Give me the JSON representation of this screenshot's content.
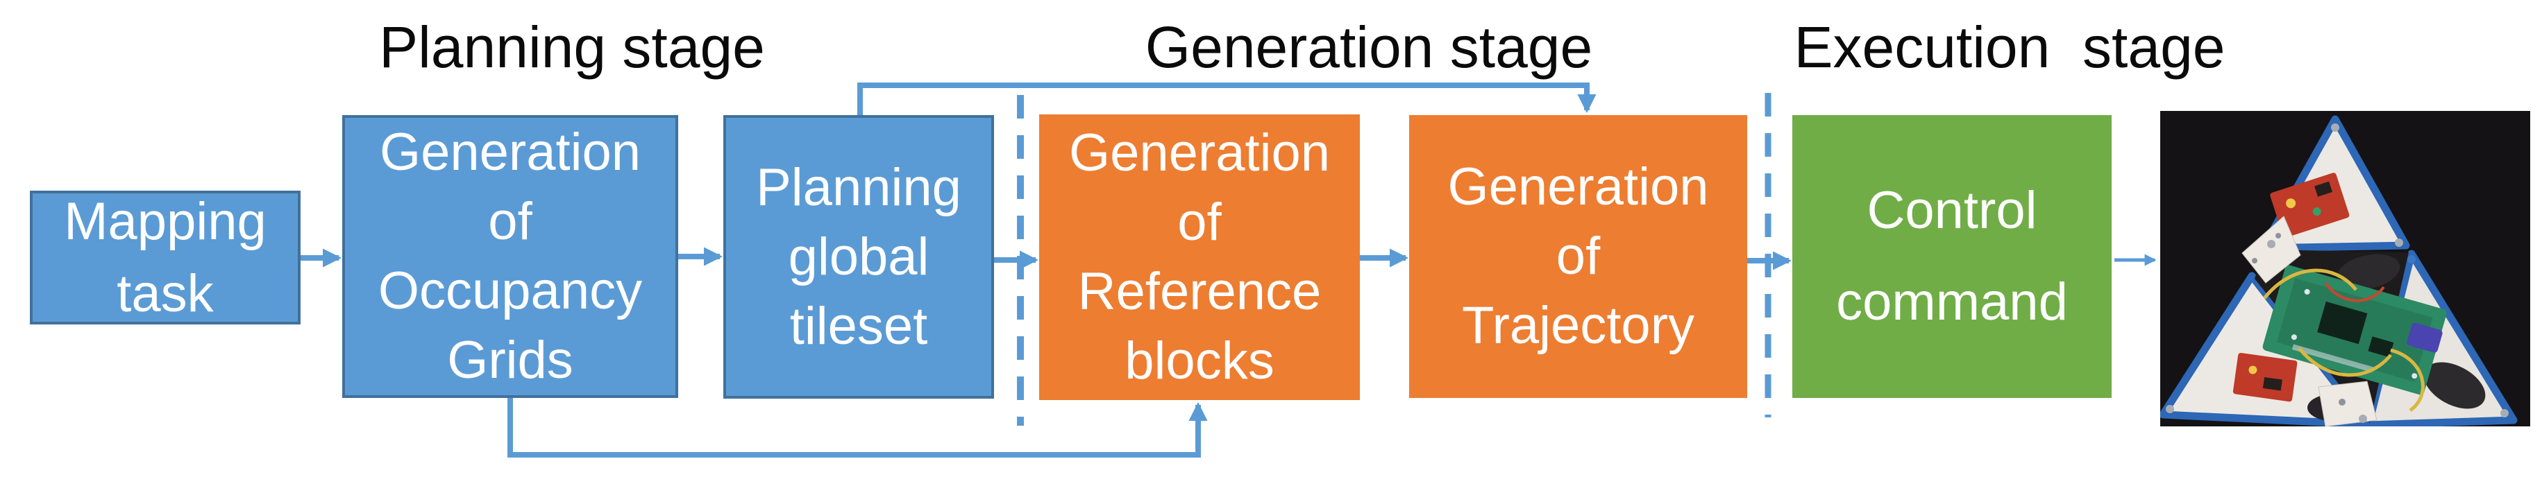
{
  "stages": {
    "planning": {
      "label": "Planning stage"
    },
    "generation": {
      "label": "Generation stage"
    },
    "execution": {
      "label": "Execution  stage"
    }
  },
  "boxes": [
    {
      "id": "mapping-task",
      "stage": "planning",
      "lines": [
        "Mapping",
        "task"
      ],
      "fill": "#5B9BD5",
      "border": "#41719C"
    },
    {
      "id": "occupancy-grids",
      "stage": "planning",
      "lines": [
        "Generation",
        "of",
        "Occupancy",
        "Grids"
      ],
      "fill": "#5B9BD5",
      "border": "#41719C"
    },
    {
      "id": "global-tileset",
      "stage": "planning",
      "lines": [
        "Planning",
        "global",
        "tileset"
      ],
      "fill": "#5B9BD5",
      "border": "#41719C"
    },
    {
      "id": "reference-blocks",
      "stage": "generation",
      "lines": [
        "Generation",
        "of",
        "Reference",
        "blocks"
      ],
      "fill": "#ED7D31",
      "border": ""
    },
    {
      "id": "trajectory",
      "stage": "generation",
      "lines": [
        "Generation",
        "of",
        "Trajectory"
      ],
      "fill": "#ED7D31",
      "border": ""
    },
    {
      "id": "control-command",
      "stage": "execution",
      "lines": [
        "Control",
        "command"
      ],
      "fill": "#70AD47",
      "border": ""
    }
  ],
  "edges": [
    {
      "from": "Mapping task",
      "to": "Generation of Occupancy Grids",
      "style": "straight"
    },
    {
      "from": "Generation of Occupancy Grids",
      "to": "Planning global tileset",
      "style": "straight"
    },
    {
      "from": "Planning global tileset",
      "to": "Generation of Reference blocks",
      "style": "straight"
    },
    {
      "from": "Planning global tileset",
      "to": "Generation of Trajectory",
      "style": "elbow-over-top"
    },
    {
      "from": "Generation of Occupancy Grids",
      "to": "Generation of Reference blocks",
      "style": "elbow-under-bottom"
    },
    {
      "from": "Generation of Reference blocks",
      "to": "Generation of Trajectory",
      "style": "straight"
    },
    {
      "from": "Generation of Trajectory",
      "to": "Control command",
      "style": "straight"
    },
    {
      "from": "Control command",
      "to": "robot photo",
      "style": "straight-thin"
    }
  ],
  "dividers": [
    {
      "id": "divider-planning-generation"
    },
    {
      "id": "divider-generation-execution"
    }
  ],
  "photo": {
    "name": "triangular-robot-photo"
  },
  "colors": {
    "box_blue": "#5B9BD5",
    "box_blue_border": "#41719C",
    "box_orange": "#ED7D31",
    "box_green": "#70AD47",
    "arrow": "#5B9BD5",
    "divider": "#5B9BD5",
    "title_text": "#0a0a0a",
    "box_text": "#ffffff"
  }
}
